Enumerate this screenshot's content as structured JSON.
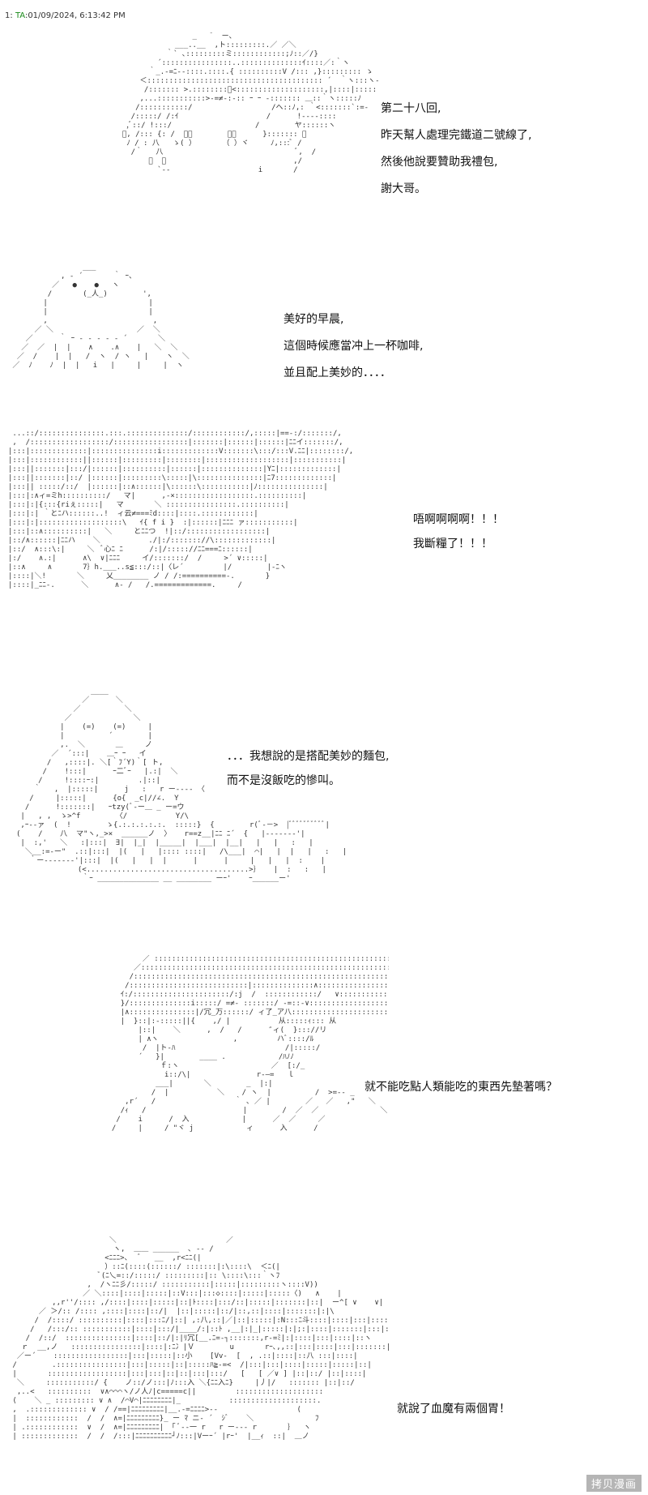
{
  "header": {
    "number": "1",
    "name": "TA",
    "timestamp": "01/09/2024, 6:13:42 PM"
  },
  "panels": [
    {
      "lines": [
        "第二十八回,",
        "昨天幫人處理完鐵道二號線了,",
        "然後他說要贊助我禮包,",
        "謝大哥。"
      ]
    },
    {
      "lines": [
        "美好的早晨,",
        "這個時候應當冲上一杯咖啡,",
        "並且配上美妙的．．．．"
      ]
    },
    {
      "lines": [
        "唔啊啊啊啊！！！",
        "我斷糧了！！！"
      ]
    },
    {
      "lines": [
        "．．．我想說的是搭配美妙的麵包,",
        "而不是沒飯吃的慘叫。"
      ]
    },
    {
      "lines": [
        "就不能吃點人類能吃的東西先墊著嗎？"
      ]
    },
    {
      "lines": [
        "就說了血魔有兩個胃！"
      ]
    }
  ],
  "watermark": "拷贝漫画"
}
